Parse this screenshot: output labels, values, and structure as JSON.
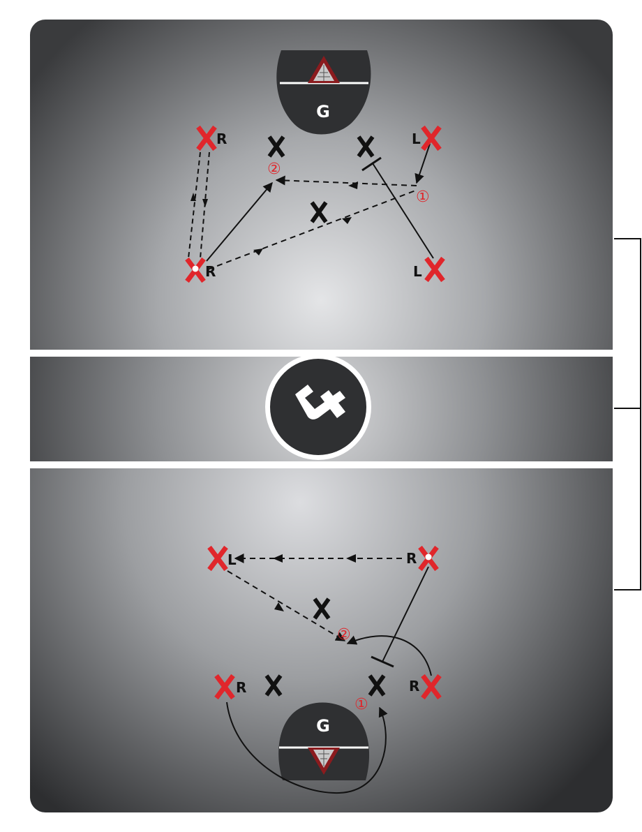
{
  "diagram": {
    "goal_letter": "G",
    "top_half": {
      "labels": {
        "red_top_left": "R",
        "red_top_right": "L",
        "red_bottom_left": "R",
        "red_bottom_right": "L"
      },
      "numbers": {
        "first": "①",
        "second": "②"
      }
    },
    "bottom_half": {
      "labels": {
        "red_top_left": "L",
        "red_top_right": "R",
        "red_bottom_left": "R",
        "red_bottom_right": "R"
      },
      "numbers": {
        "first": "①",
        "second": "②"
      }
    },
    "colors": {
      "field_light": "#e6e7e9",
      "field_dark": "#2a2b2d",
      "offense": "#e0262b",
      "defense": "#111111",
      "goal_area": "#2f3032",
      "number": "#e0262b",
      "line": "#ffffff"
    },
    "icons": [
      "crease-icon",
      "goal-icon",
      "logo-icon",
      "arrow-icon",
      "player-x-icon"
    ]
  }
}
